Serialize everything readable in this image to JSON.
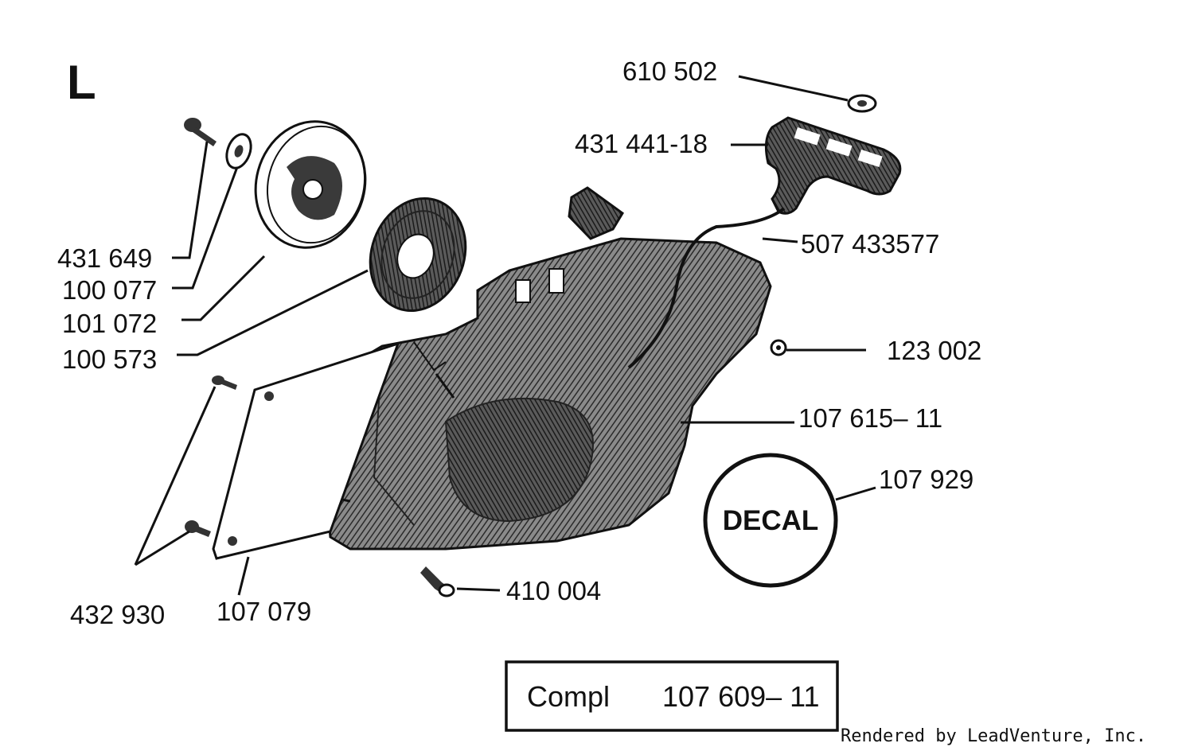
{
  "section_letter": "L",
  "parts": {
    "p610502": "610 502",
    "p43144118": "431 441-18",
    "p507433577": "507 433577",
    "p123002": "123 002",
    "p10761511": "107 615– 11",
    "p107929": "107 929",
    "p431649": "431 649",
    "p100077": "100 077",
    "p101072": "101 072",
    "p100573": "100 573",
    "p432930": "432 930",
    "p107079": "107 079",
    "p410004": "410 004"
  },
  "decal_label": "DECAL",
  "complete": {
    "label": "Compl",
    "number": "107 609– 11"
  },
  "credit": "Rendered by LeadVenture, Inc.",
  "colors": {
    "ink": "#111111",
    "hatch": "#555555",
    "background": "#ffffff"
  }
}
